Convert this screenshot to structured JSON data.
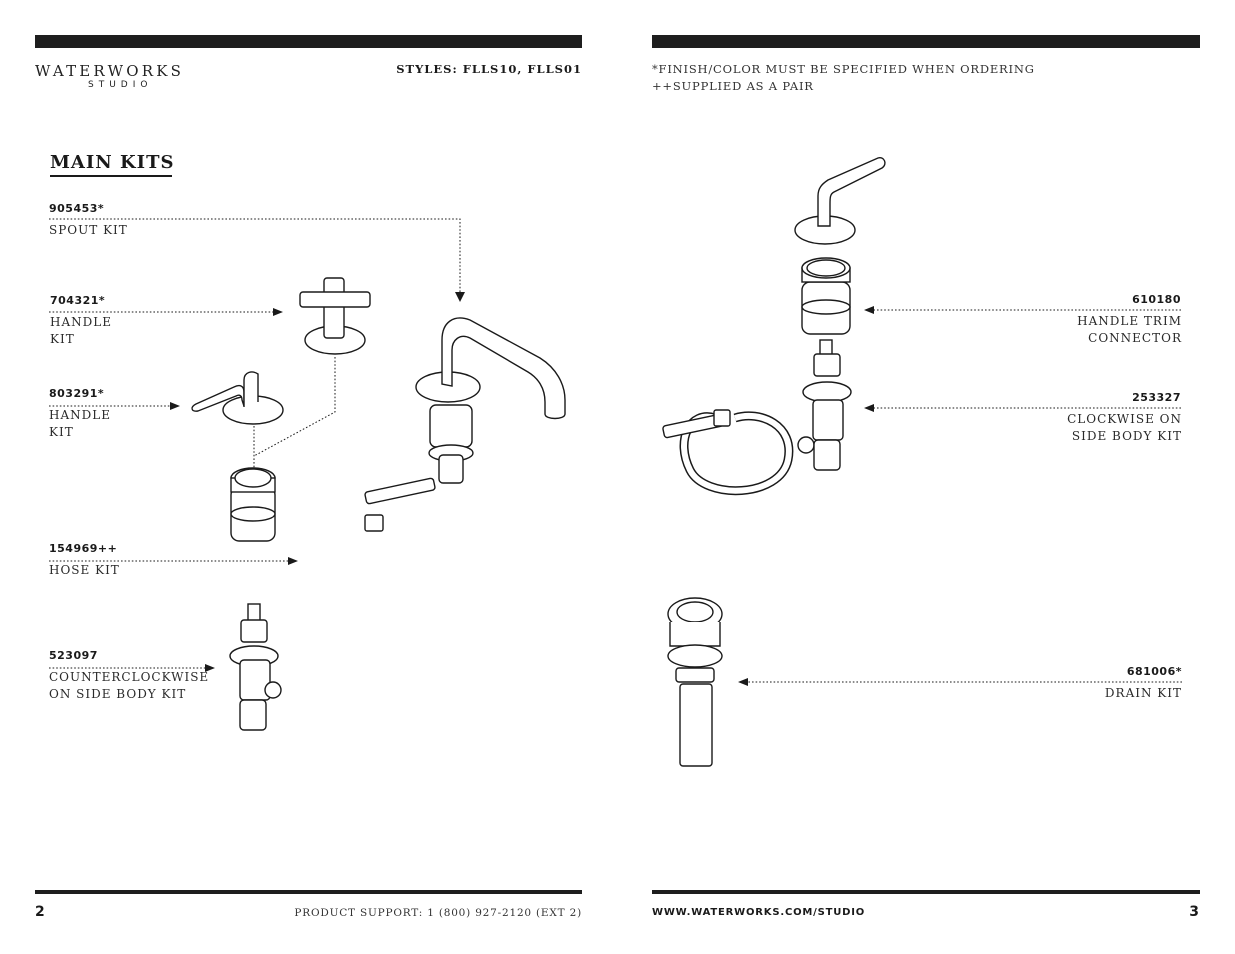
{
  "header": {
    "logo_main": "WATERWORKS",
    "logo_sub": "STUDIO",
    "styles": "STYLES: FLLS10, FLLS01",
    "note_finish": "*FINISH/COLOR MUST BE SPECIFIED WHEN ORDERING",
    "note_pair": "++SUPPLIED AS A PAIR"
  },
  "section_title": "MAIN KITS",
  "parts_left": [
    {
      "number": "905453*",
      "name": [
        "SPOUT KIT"
      ]
    },
    {
      "number": "704321*",
      "name": [
        "HANDLE",
        "KIT"
      ]
    },
    {
      "number": "803291*",
      "name": [
        "HANDLE",
        "KIT"
      ]
    },
    {
      "number": "154969++",
      "name": [
        "HOSE KIT"
      ]
    },
    {
      "number": "523097",
      "name": [
        "COUNTERCLOCKWISE",
        "ON SIDE BODY KIT"
      ]
    }
  ],
  "parts_right": [
    {
      "number": "610180",
      "name": [
        "HANDLE TRIM",
        "CONNECTOR"
      ]
    },
    {
      "number": "253327",
      "name": [
        "CLOCKWISE ON",
        "SIDE BODY KIT"
      ]
    },
    {
      "number": "681006*",
      "name": [
        "DRAIN KIT"
      ]
    }
  ],
  "footer": {
    "page_left": "2",
    "support": "PRODUCT SUPPORT: 1 (800) 927-2120 (EXT 2)",
    "website": "WWW.WATERWORKS.COM/STUDIO",
    "page_right": "3"
  }
}
